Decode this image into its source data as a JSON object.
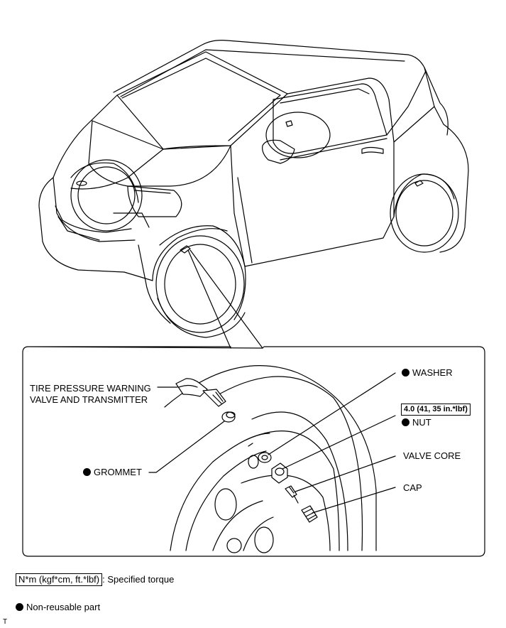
{
  "callouts": {
    "tpms_line1": "TIRE PRESSURE WARNING",
    "tpms_line2": "VALVE AND TRANSMITTER",
    "washer": "WASHER",
    "torque": "4.0 (41, 35 in.*lbf)",
    "nut": "NUT",
    "valve_core": "VALVE CORE",
    "cap": "CAP",
    "grommet": "GROMMET"
  },
  "legend": {
    "torque_unit": "N*m (kgf*cm, ft.*lbf)",
    "torque_desc": ": Specified torque",
    "non_reusable": "Non-reusable part"
  },
  "footer_mark": "T",
  "colors": {
    "line": "#000000",
    "background": "#ffffff"
  },
  "icons": {
    "non_reusable_marker": "filled-black-circle"
  }
}
